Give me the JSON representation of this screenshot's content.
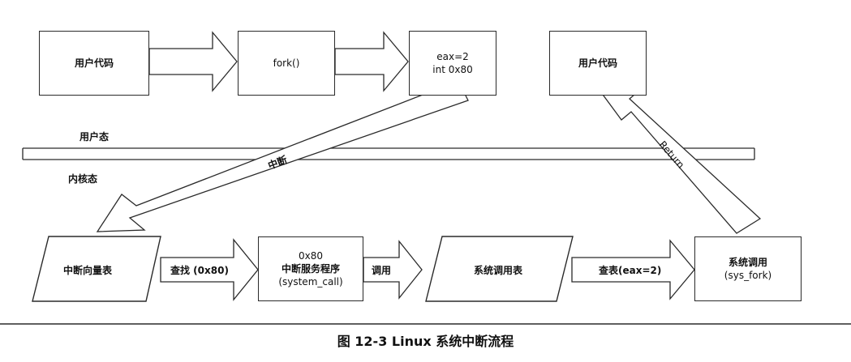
{
  "top_row": {
    "user_code_left": "用户代码",
    "fork": "fork()",
    "eax_line1": "eax=2",
    "eax_line2": "int 0x80",
    "user_code_right": "用户代码"
  },
  "layers": {
    "user_mode": "用户态",
    "kernel_mode": "内核态"
  },
  "arrows": {
    "interrupt": "中断",
    "return": "Return",
    "lookup": "查找 (0x80)",
    "call": "调用",
    "lookup_table": "查表(eax=2)"
  },
  "bottom_row": {
    "vector_table": "中断向量表",
    "isr_line1": "0x80",
    "isr_line2": "中断服务程序",
    "isr_line3": "(system_call)",
    "syscall_table": "系统调用表",
    "sys_fork_line1": "系统调用",
    "sys_fork_line2": "(sys_fork)"
  },
  "caption": "图 12-3   Linux 系统中断流程"
}
